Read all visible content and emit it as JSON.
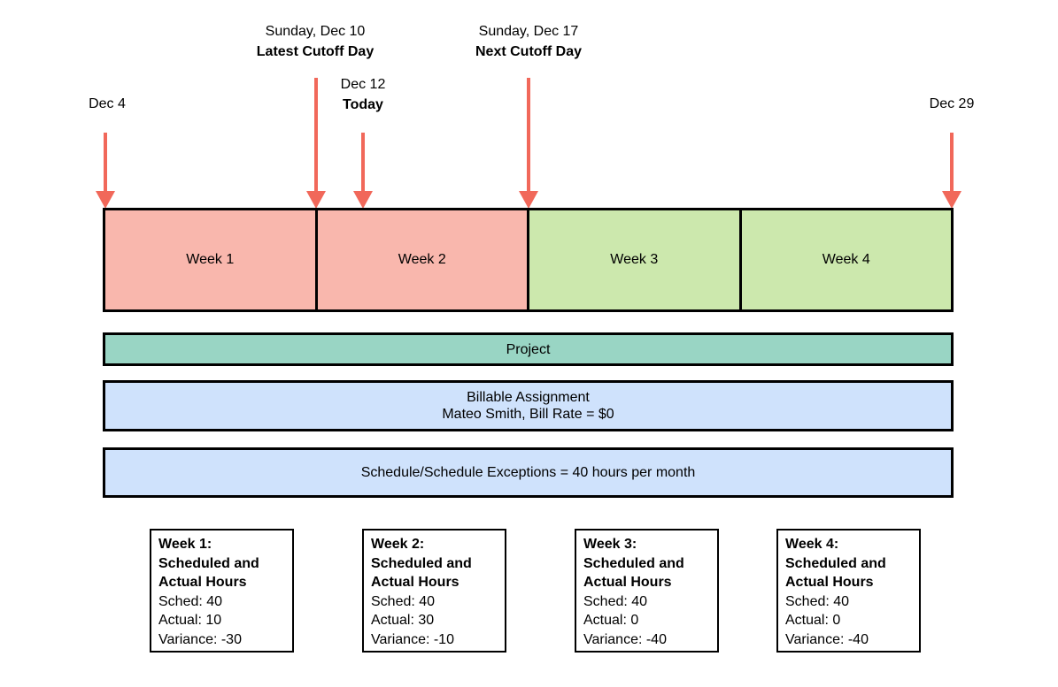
{
  "annotations": {
    "latest_cutoff_line1": "Sunday, Dec 10",
    "latest_cutoff_line2": "Latest Cutoff Day",
    "next_cutoff_line1": "Sunday, Dec 17",
    "next_cutoff_line2": "Next Cutoff Day",
    "start_date": "Dec 4",
    "today_line1": "Dec 12",
    "today_line2": "Today",
    "end_date": "Dec 29"
  },
  "timeline": {
    "weeks": [
      {
        "label": "Week 1",
        "status": "past"
      },
      {
        "label": "Week 2",
        "status": "past"
      },
      {
        "label": "Week 3",
        "status": "future"
      },
      {
        "label": "Week 4",
        "status": "future"
      }
    ]
  },
  "bars": {
    "project_label": "Project",
    "assignment_line1": "Billable Assignment",
    "assignment_line2": "Mateo Smith, Bill Rate = $0",
    "schedule_label": "Schedule/Schedule Exceptions = 40 hours per month"
  },
  "week_summaries": [
    {
      "heading_line1": "Week 1:",
      "heading_line2": "Scheduled and",
      "heading_line3": "Actual Hours",
      "sched": "Sched: 40",
      "actual": "Actual: 10",
      "variance": "Variance: -30"
    },
    {
      "heading_line1": "Week 2:",
      "heading_line2": "Scheduled and",
      "heading_line3": "Actual Hours",
      "sched": "Sched: 40",
      "actual": "Actual: 30",
      "variance": "Variance: -10"
    },
    {
      "heading_line1": "Week 3:",
      "heading_line2": "Scheduled and",
      "heading_line3": "Actual Hours",
      "sched": "Sched: 40",
      "actual": "Actual: 0",
      "variance": "Variance: -40"
    },
    {
      "heading_line1": "Week 4:",
      "heading_line2": "Scheduled and",
      "heading_line3": "Actual Hours",
      "sched": "Sched: 40",
      "actual": "Actual: 0",
      "variance": "Variance: -40"
    }
  ],
  "colors": {
    "past_week_fill": "#f9b7ad",
    "future_week_fill": "#cce8ad",
    "project_fill": "#99d5c4",
    "assignment_fill": "#cfe2fc",
    "arrow": "#f1685a",
    "border": "#000000"
  }
}
